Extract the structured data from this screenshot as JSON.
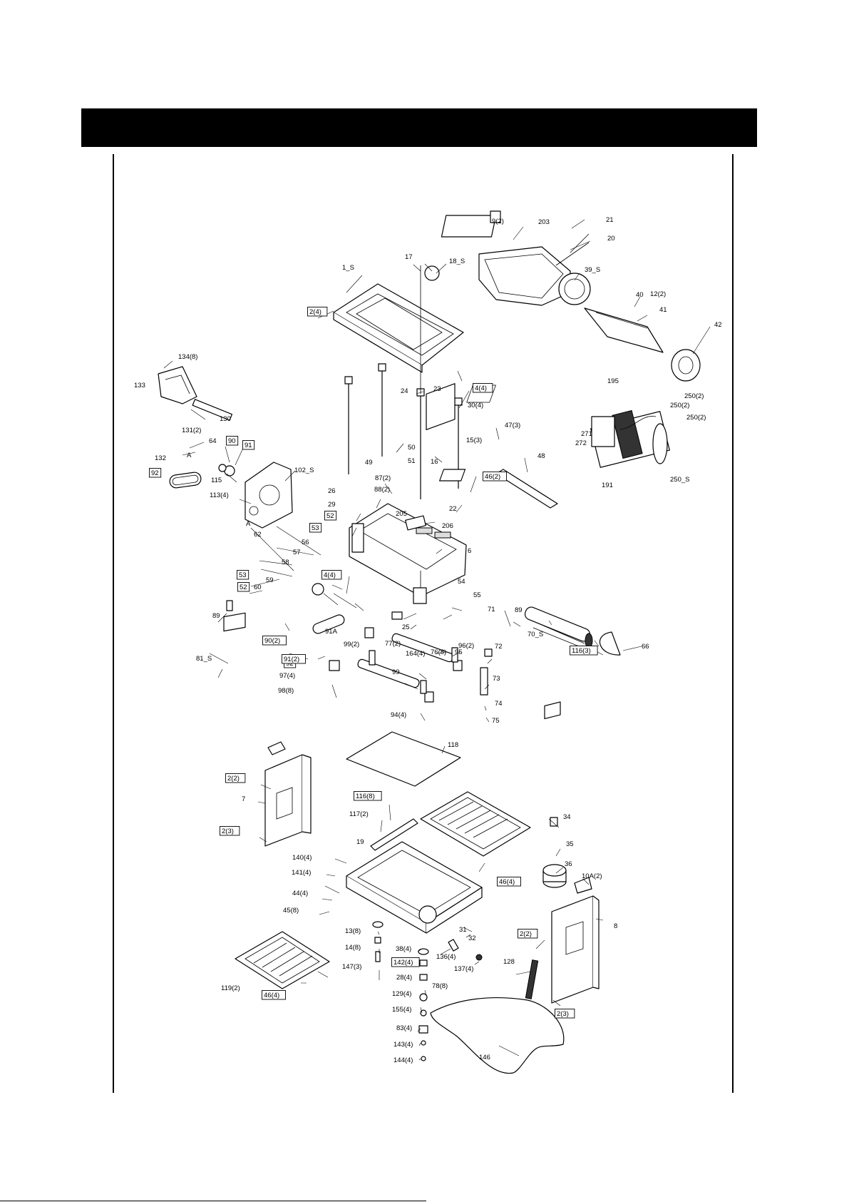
{
  "labels": [
    {
      "t": "9(2)"
    },
    {
      "t": "203"
    },
    {
      "t": "21"
    },
    {
      "t": "20"
    },
    {
      "t": "39_S"
    },
    {
      "t": "40"
    },
    {
      "t": "12(2)"
    },
    {
      "t": "41"
    },
    {
      "t": "42"
    },
    {
      "t": "17"
    },
    {
      "t": "18_S"
    },
    {
      "t": "1_S"
    },
    {
      "t": "2(4)",
      "boxed": true
    },
    {
      "t": "134(8)"
    },
    {
      "t": "133"
    },
    {
      "t": "130"
    },
    {
      "t": "24"
    },
    {
      "t": "23"
    },
    {
      "t": "4(4)",
      "boxed": true
    },
    {
      "t": "30(4)"
    },
    {
      "t": "15(3)"
    },
    {
      "t": "195"
    },
    {
      "t": "250(2)"
    },
    {
      "t": "250(2)"
    },
    {
      "t": "250(2)"
    },
    {
      "t": "272"
    },
    {
      "t": "271"
    },
    {
      "t": "191"
    },
    {
      "t": "250_S"
    },
    {
      "t": "131(2)"
    },
    {
      "t": "64"
    },
    {
      "t": "90",
      "boxed": true
    },
    {
      "t": "91",
      "boxed": true
    },
    {
      "t": "A"
    },
    {
      "t": "132"
    },
    {
      "t": "92",
      "boxed": true
    },
    {
      "t": "115"
    },
    {
      "t": "102_S"
    },
    {
      "t": "113(4)"
    },
    {
      "t": "49"
    },
    {
      "t": "50"
    },
    {
      "t": "51"
    },
    {
      "t": "16"
    },
    {
      "t": "87(2)"
    },
    {
      "t": "88(2)"
    },
    {
      "t": "47(3)"
    },
    {
      "t": "48"
    },
    {
      "t": "46(2)",
      "boxed": true
    },
    {
      "t": "26"
    },
    {
      "t": "29"
    },
    {
      "t": "205"
    },
    {
      "t": "22"
    },
    {
      "t": "206"
    },
    {
      "t": "6"
    },
    {
      "t": "A"
    },
    {
      "t": "62"
    },
    {
      "t": "52",
      "boxed": true
    },
    {
      "t": "53",
      "boxed": true
    },
    {
      "t": "56"
    },
    {
      "t": "57"
    },
    {
      "t": "58"
    },
    {
      "t": "53",
      "boxed": true
    },
    {
      "t": "59"
    },
    {
      "t": "60"
    },
    {
      "t": "52",
      "boxed": true
    },
    {
      "t": "4(4)",
      "boxed": true
    },
    {
      "t": "54"
    },
    {
      "t": "55"
    },
    {
      "t": "71"
    },
    {
      "t": "89"
    },
    {
      "t": "70_S"
    },
    {
      "t": "116(3)",
      "boxed": true
    },
    {
      "t": "66"
    },
    {
      "t": "89"
    },
    {
      "t": "91A"
    },
    {
      "t": "90(2)",
      "boxed": true
    },
    {
      "t": "99(2)"
    },
    {
      "t": "77(2)"
    },
    {
      "t": "25"
    },
    {
      "t": "164(4)"
    },
    {
      "t": "76(8)"
    },
    {
      "t": "92",
      "boxed": true
    },
    {
      "t": "96(2)"
    },
    {
      "t": "72"
    },
    {
      "t": "95"
    },
    {
      "t": "81_S"
    },
    {
      "t": "91(2)",
      "boxed": true
    },
    {
      "t": "97(4)"
    },
    {
      "t": "99"
    },
    {
      "t": "73"
    },
    {
      "t": "98(8)"
    },
    {
      "t": "74"
    },
    {
      "t": "94(4)"
    },
    {
      "t": "75"
    },
    {
      "t": "118"
    },
    {
      "t": "2(2)",
      "boxed": true
    },
    {
      "t": "7"
    },
    {
      "t": "2(3)",
      "boxed": true
    },
    {
      "t": "116(8)",
      "boxed": true
    },
    {
      "t": "117(2)"
    },
    {
      "t": "34"
    },
    {
      "t": "19"
    },
    {
      "t": "35"
    },
    {
      "t": "140(4)"
    },
    {
      "t": "141(4)"
    },
    {
      "t": "36"
    },
    {
      "t": "46(4)",
      "boxed": true
    },
    {
      "t": "10A(2)"
    },
    {
      "t": "44(4)"
    },
    {
      "t": "45(8)"
    },
    {
      "t": "8"
    },
    {
      "t": "13(8)"
    },
    {
      "t": "31"
    },
    {
      "t": "32"
    },
    {
      "t": "14(8)"
    },
    {
      "t": "38(4)"
    },
    {
      "t": "2(2)",
      "boxed": true
    },
    {
      "t": "142(4)",
      "boxed": true
    },
    {
      "t": "136(4)"
    },
    {
      "t": "147(3)"
    },
    {
      "t": "28(4)"
    },
    {
      "t": "137(4)"
    },
    {
      "t": "128"
    },
    {
      "t": "78(8)"
    },
    {
      "t": "119(2)"
    },
    {
      "t": "129(4)"
    },
    {
      "t": "46(4)",
      "boxed": true
    },
    {
      "t": "2(3)",
      "boxed": true
    },
    {
      "t": "155(4)"
    },
    {
      "t": "83(4)"
    },
    {
      "t": "143(4)"
    },
    {
      "t": "146"
    },
    {
      "t": "144(4)"
    }
  ]
}
